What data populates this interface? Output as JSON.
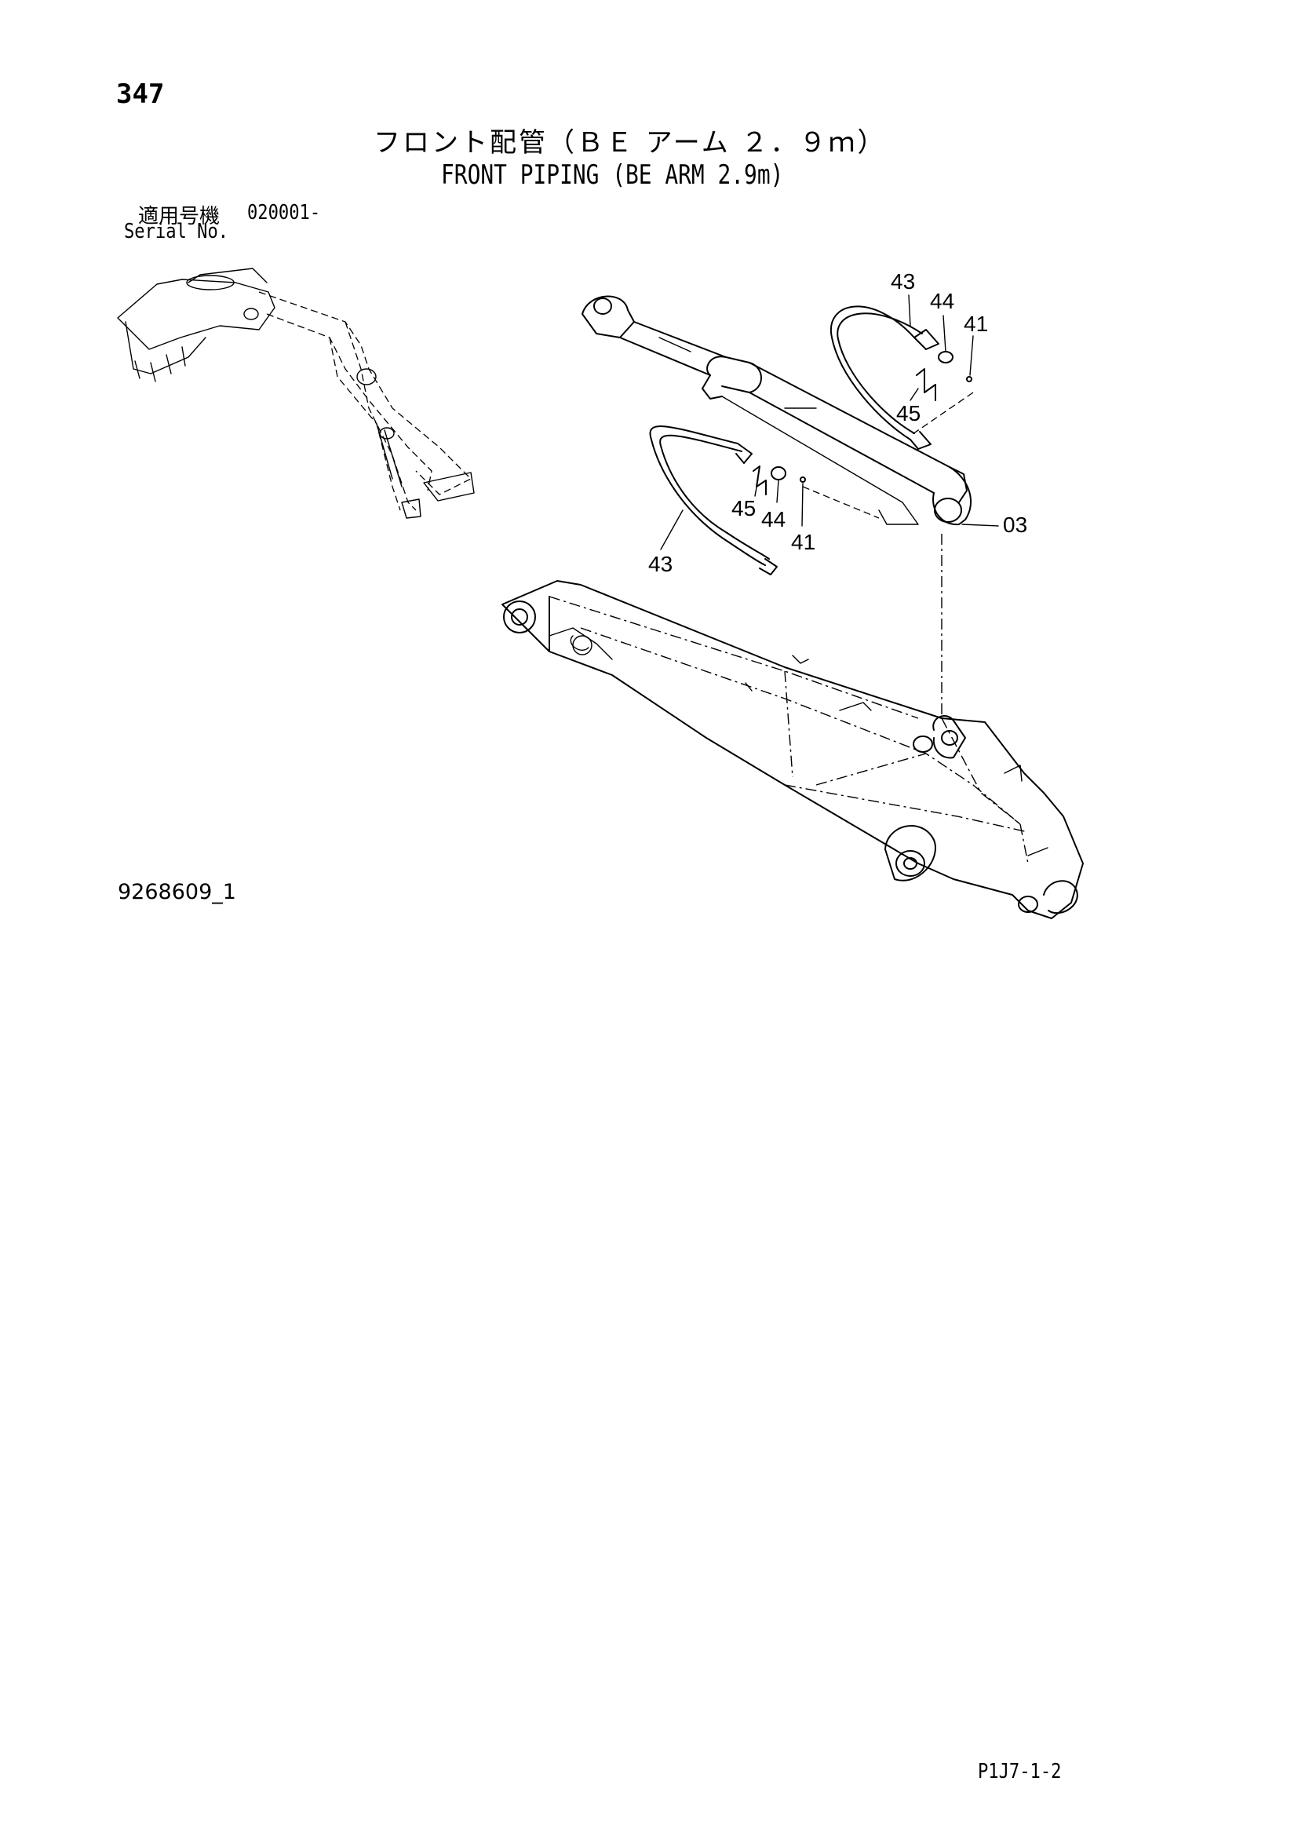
{
  "page_number": "347",
  "title_ja": "フロント配管（ＢＥ アーム ２．９ｍ）",
  "title_en": "FRONT PIPING (BE ARM 2.9m)",
  "serial": {
    "label_ja": "適用号機",
    "value": "020001-",
    "label_en": "Serial No."
  },
  "drawing_id": "9268609_1",
  "page_code": "P1J7-1-2",
  "callouts": {
    "hose_upper": "43",
    "nut_upper": "44",
    "oring_upper": "41",
    "clip_upper": "45",
    "cylinder": "03",
    "clip_lower": "45",
    "nut_lower": "44",
    "oring_lower": "41",
    "hose_lower": "43"
  }
}
